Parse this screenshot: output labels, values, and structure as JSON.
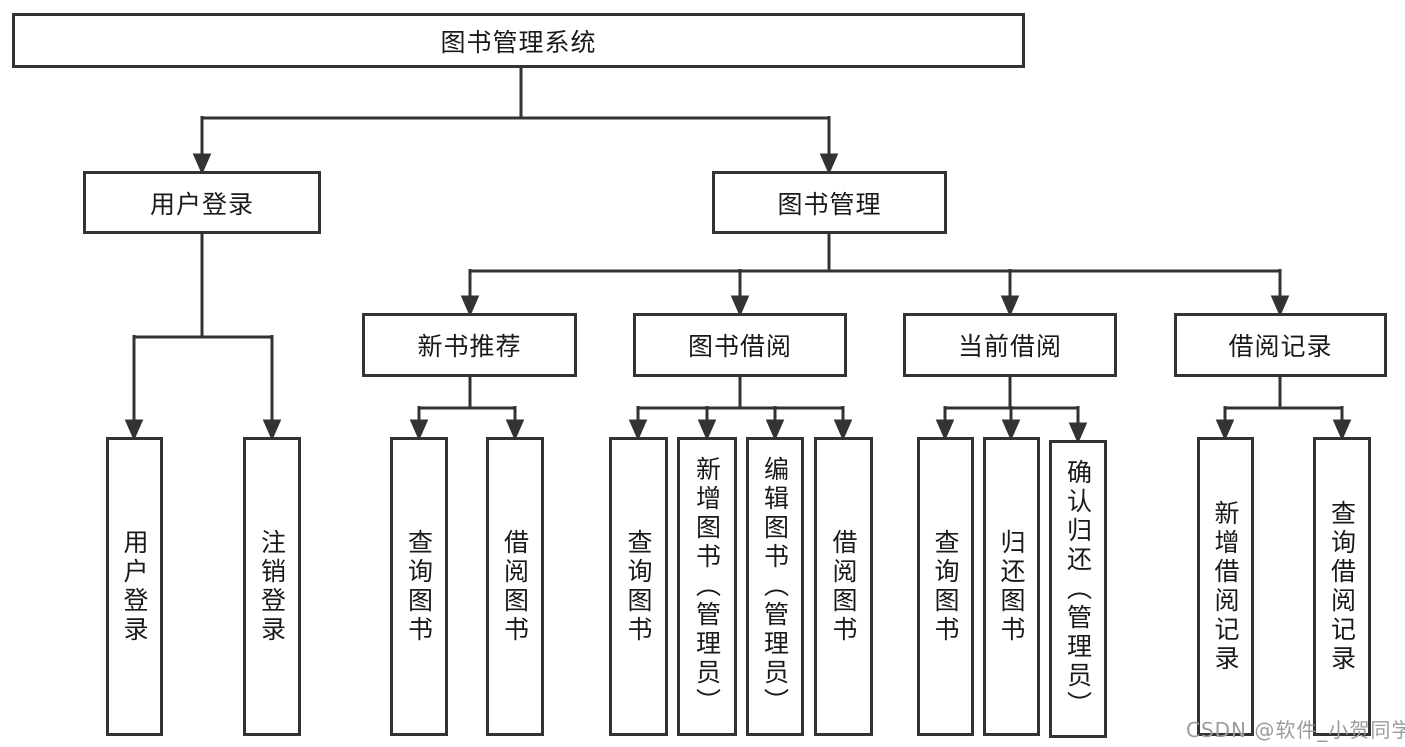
{
  "tree": {
    "root": {
      "label": "图书管理系统"
    },
    "branches": [
      {
        "label": "用户登录",
        "children": [
          {
            "label": "用户登录"
          },
          {
            "label": "注销登录"
          }
        ]
      },
      {
        "label": "图书管理",
        "children": [
          {
            "label": "新书推荐",
            "children": [
              {
                "label": "查询图书"
              },
              {
                "label": "借阅图书"
              }
            ]
          },
          {
            "label": "图书借阅",
            "children": [
              {
                "label": "查询图书"
              },
              {
                "label": "新增图书（管理员）"
              },
              {
                "label": "编辑图书（管理员）"
              },
              {
                "label": "借阅图书"
              }
            ]
          },
          {
            "label": "当前借阅",
            "children": [
              {
                "label": "查询图书"
              },
              {
                "label": "归还图书"
              },
              {
                "label": "确认归还（管理员）"
              }
            ]
          },
          {
            "label": "借阅记录",
            "children": [
              {
                "label": "新增借阅记录"
              },
              {
                "label": "查询借阅记录"
              }
            ]
          }
        ]
      }
    ]
  },
  "watermark": {
    "text": "CSDN @软件_小贺同学"
  },
  "colors": {
    "line": "#333333",
    "box_border": "#333333",
    "text": "#1a1a1a",
    "background": "#ffffff",
    "watermark": "#9c9c9c"
  }
}
